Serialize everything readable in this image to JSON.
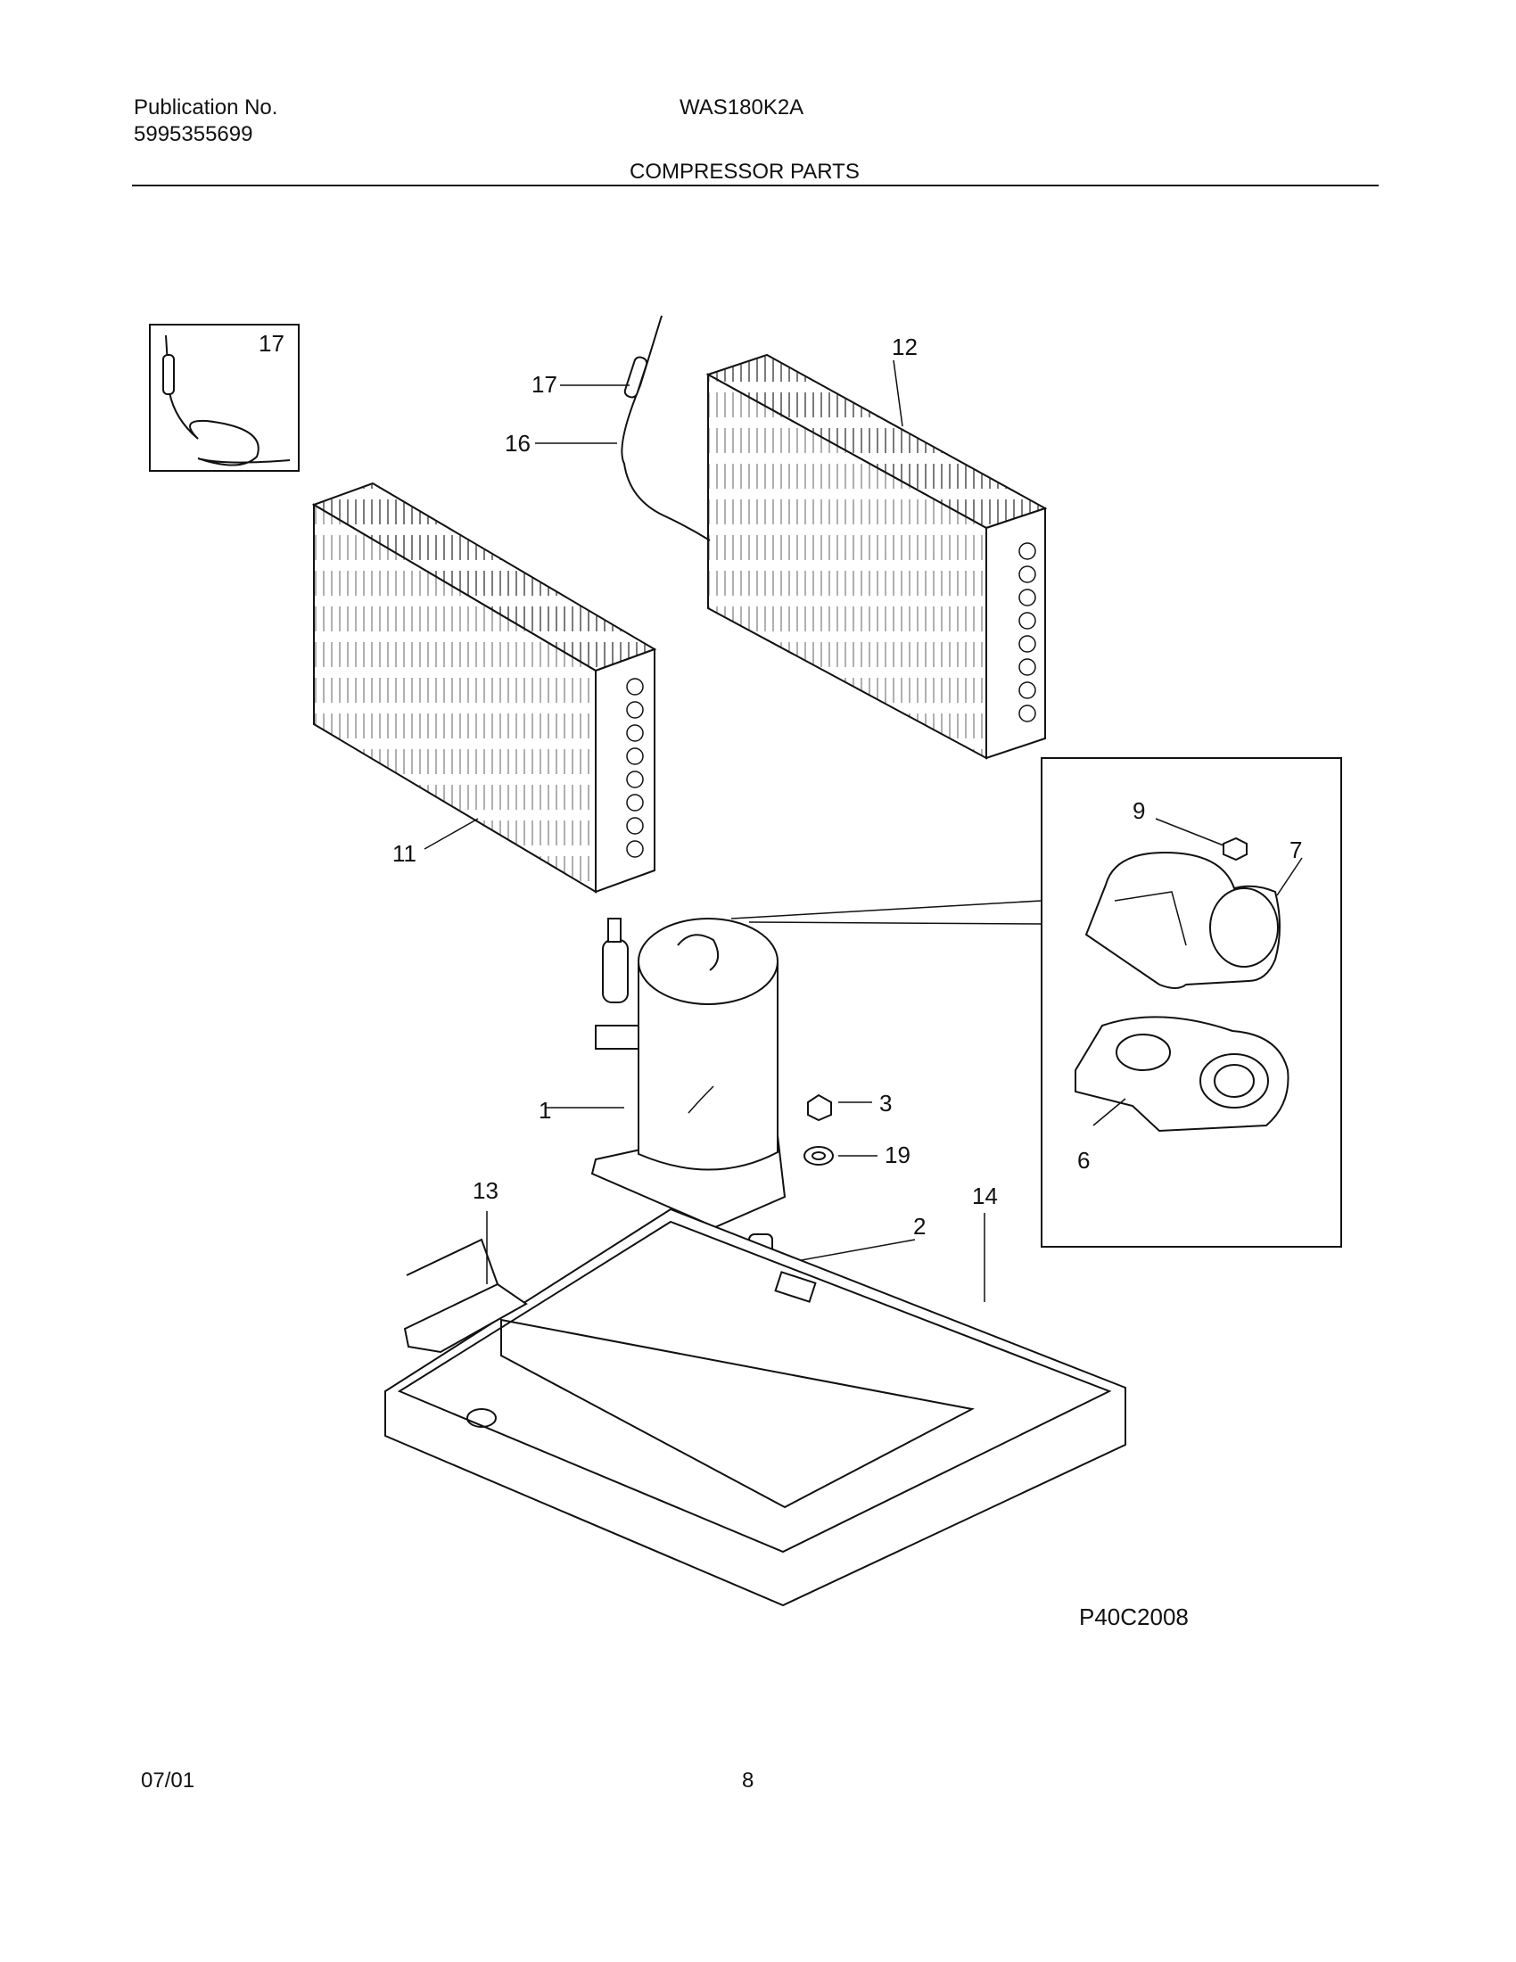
{
  "header": {
    "publication_label": "Publication No.",
    "publication_number": "5995355699",
    "model": "WAS180K2A",
    "section_title": "COMPRESSOR PARTS"
  },
  "diagram": {
    "figure_code": "P40C2008",
    "callouts": {
      "c1": "1",
      "c2": "2",
      "c3": "3",
      "c6": "6",
      "c7": "7",
      "c9": "9",
      "c11": "11",
      "c12": "12",
      "c13": "13",
      "c14": "14",
      "c16": "16",
      "c17": "17",
      "c17_inset": "17",
      "c19": "19"
    }
  },
  "footer": {
    "date": "07/01",
    "page": "8"
  }
}
